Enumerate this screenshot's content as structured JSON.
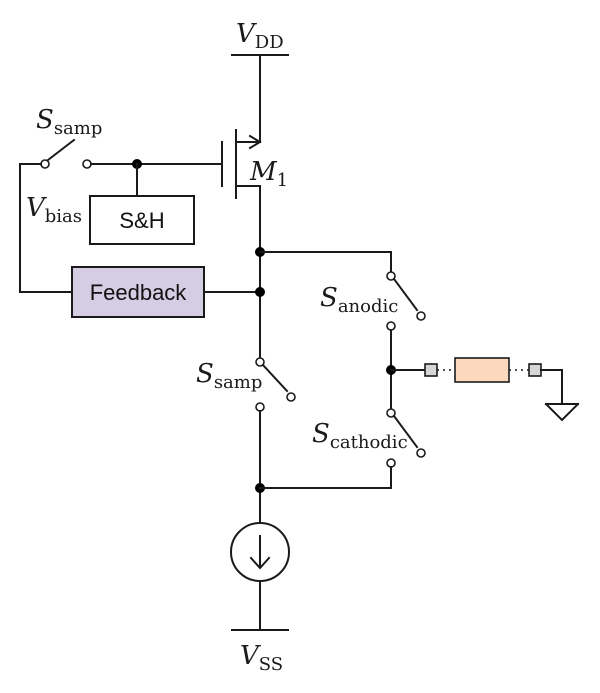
{
  "supply": {
    "vdd": {
      "main": "V",
      "sub": "DD"
    },
    "vss": {
      "main": "V",
      "sub": "SS"
    }
  },
  "transistor": {
    "main": "M",
    "sub": "1"
  },
  "switches": {
    "samp_top": {
      "main": "S",
      "sub": "samp"
    },
    "samp_mid": {
      "main": "S",
      "sub": "samp"
    },
    "anodic": {
      "main": "S",
      "sub": "anodic"
    },
    "cathodic": {
      "main": "S",
      "sub": "cathodic"
    }
  },
  "vbias": {
    "main": "V",
    "sub": "bias"
  },
  "blocks": {
    "sample_hold": "S&H",
    "feedback": "Feedback"
  },
  "colors": {
    "feedback_fill": "#d5cde3",
    "load_fill": "#fcd8bd",
    "electrode_fill": "#d6d6d6"
  },
  "icons": {
    "current_source": "down-arrow-current-source-icon",
    "ground": "ground-icon"
  }
}
